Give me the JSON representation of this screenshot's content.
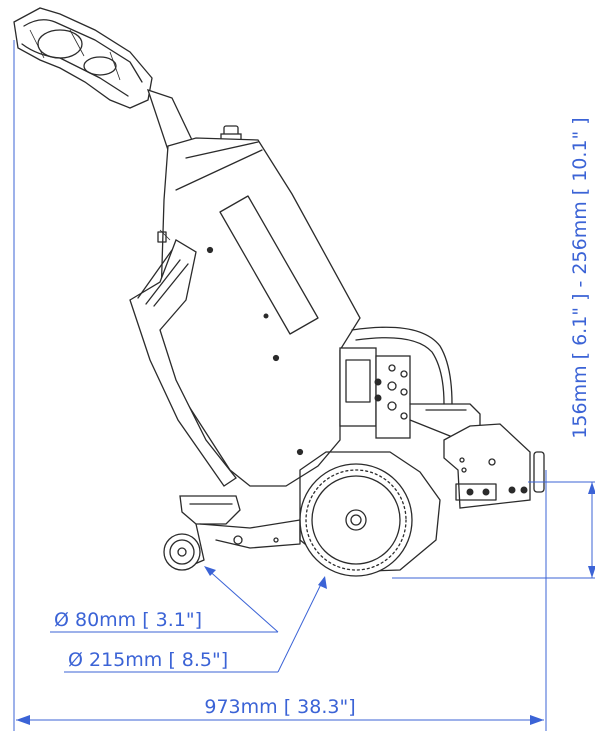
{
  "dimensions": {
    "caster_wheel_diameter": "Ø 80mm [ 3.1\"]",
    "drive_wheel_diameter": "Ø 215mm [ 8.5\"]",
    "overall_length": "973mm [ 38.3\"]",
    "hitch_height_range": "156mm [ 6.1\" ] - 256mm [ 10.1\" ]"
  },
  "colors": {
    "dimension_lines": "#3b63d6",
    "machine_outline": "#2b2b2b"
  }
}
